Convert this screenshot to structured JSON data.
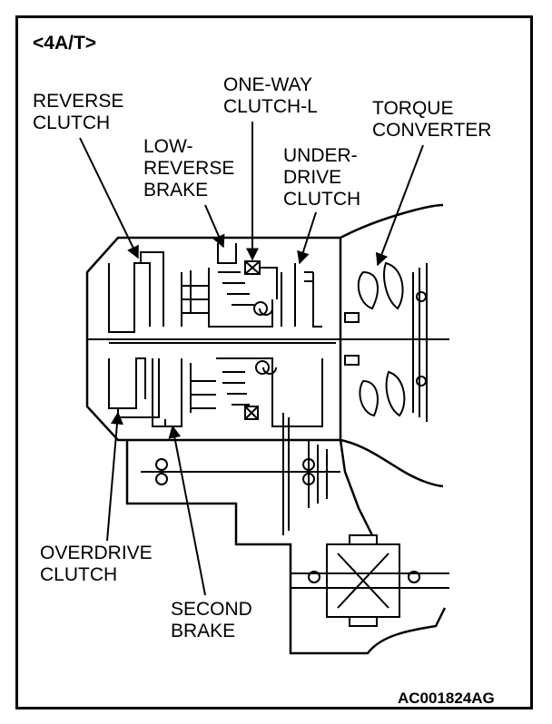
{
  "header": {
    "title": "<4A/T>"
  },
  "labels": {
    "reverse_clutch": [
      "REVERSE",
      "CLUTCH"
    ],
    "one_way_clutch": [
      "ONE-WAY",
      "CLUTCH-L"
    ],
    "torque_converter": [
      "TORQUE",
      "CONVERTER"
    ],
    "low_reverse_brake": [
      "LOW-",
      "REVERSE",
      "BRAKE"
    ],
    "underdrive_clutch": [
      "UNDER-",
      "DRIVE",
      "CLUTCH"
    ],
    "overdrive_clutch": [
      "OVERDRIVE",
      "CLUTCH"
    ],
    "second_brake": [
      "SECOND",
      "BRAKE"
    ]
  },
  "footer": {
    "code": "AC001824AG"
  }
}
